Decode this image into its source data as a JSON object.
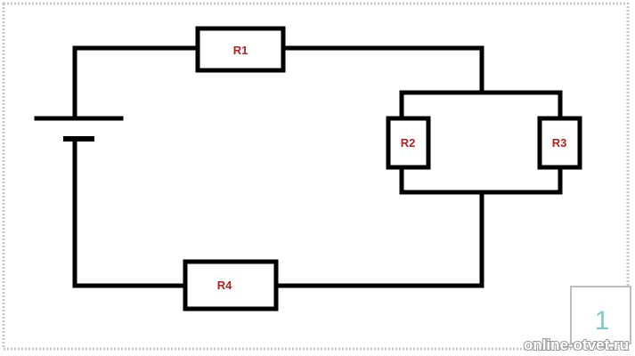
{
  "diagram": {
    "colors": {
      "wire": "#000000",
      "label": "#b22222",
      "badge_text": "#7fc7cf",
      "watermark": "#ffffff",
      "border": "#bdbdbd"
    },
    "resistors": {
      "r1": "R1",
      "r2": "R2",
      "r3": "R3",
      "r4": "R4"
    },
    "figure_number": "1",
    "watermark": "online-otvet.ru"
  }
}
